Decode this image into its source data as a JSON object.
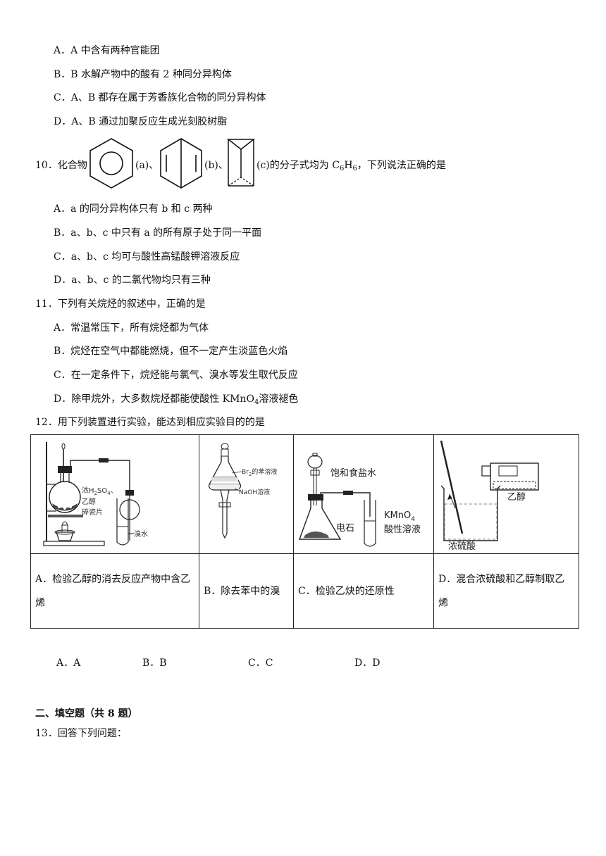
{
  "q9": {
    "options": [
      "A．A 中含有两种官能团",
      "B．B 水解产物中的酸有 2 种同分异构体",
      "C．A、B 都存在属于芳香族化合物的同分异构体",
      "D．A、B 通过加聚反应生成光刻胶树脂"
    ]
  },
  "q10": {
    "num": "10．化合物",
    "label_a": "(a)、",
    "label_b": "(b)、",
    "label_c": "(c)的分子式均为 C",
    "c_sub1": "6",
    "c_h": "H",
    "c_sub2": "6",
    "c_tail": "，下列说法正确的是",
    "options": [
      "A．a 的同分异构体只有 b 和 c 两种",
      "B．a、b、c 中只有 a 的所有原子处于同一平面",
      "C．a、b、c 均可与酸性高锰酸钾溶液反应",
      "D．a、b、c 的二氯代物均只有三种"
    ]
  },
  "q11": {
    "stem": "11．下列有关烷烃的叙述中，正确的是",
    "options": [
      "A．常温常压下，所有烷烃都为气体",
      "B．烷烃在空气中都能燃烧，但不一定产生淡蓝色火焰",
      "C．在一定条件下，烷烃能与氯气、溴水等发生取代反应",
      "D．除甲烷外，大多数烷烃都能使酸性 KMnO"
    ],
    "d_sub": "4",
    "d_tail": "溶液褪色"
  },
  "q12": {
    "stem": "12．用下列装置进行实验，能达到相应实验目的的是",
    "fig_a": {
      "l1": "浓H",
      "l1s": "2",
      "l1b": "SO",
      "l1s2": "4",
      "l1c": "、",
      "l2": "乙醇",
      "l3": "碎瓷片",
      "l4": "溴水"
    },
    "fig_b": {
      "l1": "Br",
      "l1s": "2",
      "l1b": "的苯溶液",
      "l2": "NaOH溶液"
    },
    "fig_c": {
      "l1": "饱和食盐水",
      "l2": "电石",
      "l3": "KMnO",
      "l3s": "4",
      "l4": "酸性溶液"
    },
    "fig_d": {
      "l1": "乙醇",
      "l2": "浓硫酸"
    },
    "captions": [
      "A．检验乙醇的消去反应产物中含乙烯",
      "B．除去苯中的溴",
      "C．检验乙炔的还原性",
      "D．混合浓硫酸和乙醇制取乙烯"
    ],
    "answers": [
      "A．A",
      "B．B",
      "C．C",
      "D．D"
    ]
  },
  "section2": {
    "title": "二、填空题（共 8 题）"
  },
  "q13": {
    "stem": "13．回答下列问题："
  }
}
